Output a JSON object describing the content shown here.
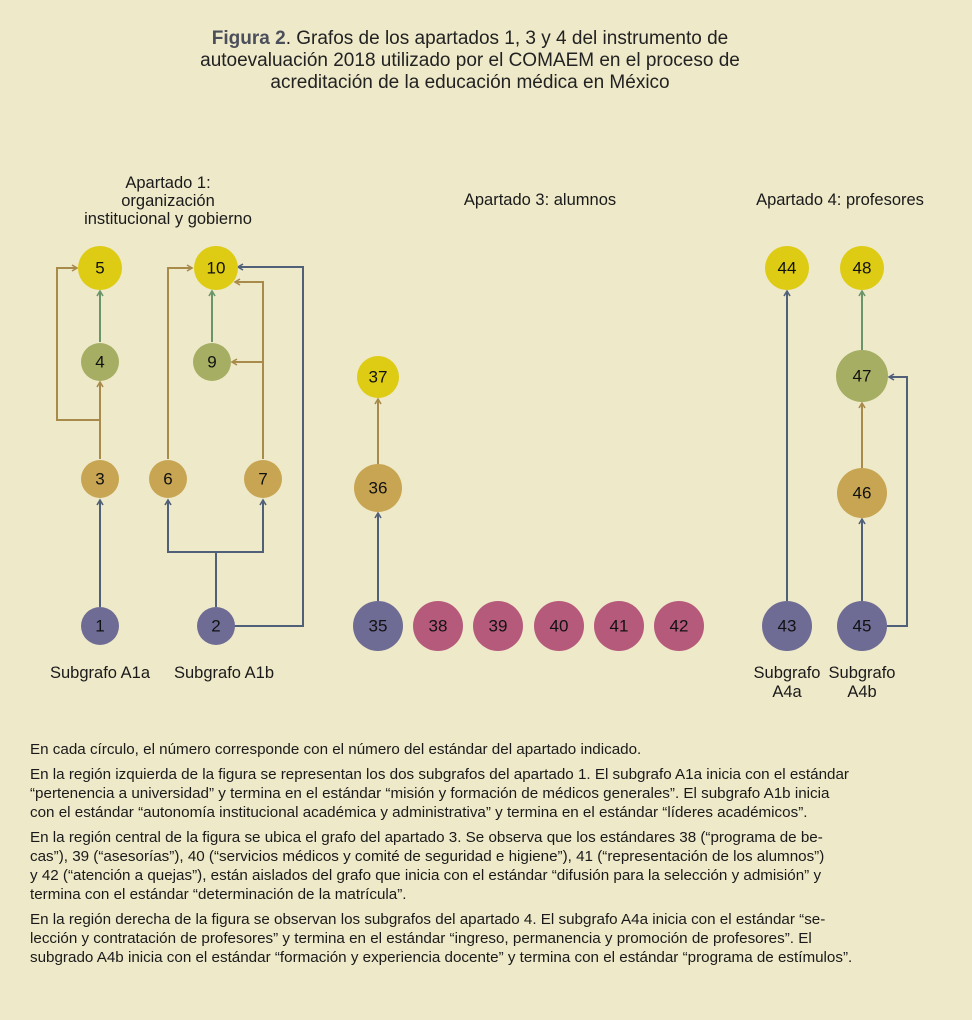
{
  "title": {
    "label": "Figura 2",
    "lines": [
      ". Grafos de los apartados 1, 3 y 4 del instrumento de",
      "autoevaluación 2018 utilizado por el COMAEM en el proceso de",
      "acreditación de la educación médica en México"
    ]
  },
  "sections": {
    "a1": [
      "Apartado 1:",
      "organización",
      "institucional y gobierno"
    ],
    "a3": "Apartado 3: alumnos",
    "a4": "Apartado 4: profesores"
  },
  "subgraphs": {
    "a1a": "Subgrafo A1a",
    "a1b": "Subgrafo A1b",
    "a4a": [
      "Subgrafo",
      "A4a"
    ],
    "a4b": [
      "Subgrafo",
      "A4b"
    ]
  },
  "nodes": {
    "n1": "1",
    "n2": "2",
    "n3": "3",
    "n4": "4",
    "n5": "5",
    "n6": "6",
    "n7": "7",
    "n9": "9",
    "n10": "10",
    "n35": "35",
    "n36": "36",
    "n37": "37",
    "n38": "38",
    "n39": "39",
    "n40": "40",
    "n41": "41",
    "n42": "42",
    "n43": "43",
    "n44": "44",
    "n45": "45",
    "n46": "46",
    "n47": "47",
    "n48": "48"
  },
  "colors": {
    "background": "#EEE9C9",
    "end": "#DDCB14",
    "mid": "#A5AE62",
    "intermediate": "#C7A552",
    "start": "#6E6C94",
    "isolated": "#B65A7C",
    "edge_blue": "#4F6078",
    "edge_tan": "#A88A4B",
    "edge_green": "#6A9469"
  },
  "notes": [
    [
      "En cada círculo, el número corresponde con el número del estándar del apartado indicado."
    ],
    [
      "En la región izquierda de la figura se representan los dos subgrafos del apartado 1. El subgrafo A1a inicia con el estándar",
      "“pertenencia a universidad” y termina en el estándar “misión y formación de médicos generales”. El subgrafo A1b inicia",
      "con el estándar “autonomía institucional académica y administrativa” y termina en el estándar “líderes académicos”."
    ],
    [
      "En la región central de la figura se ubica el grafo del apartado 3. Se observa que los estándares 38 (“programa de be-",
      "cas”), 39 (“asesorías”), 40 (“servicios médicos y comité de seguridad e higiene”), 41 (“representación de los alumnos”)",
      "y 42 (“atención a quejas”), están aislados del grafo que inicia con el estándar “difusión para la selección y admisión” y",
      "termina con el estándar “determinación de la matrícula”."
    ],
    [
      "En la región derecha de la figura se observan los subgrafos del apartado 4. El subgrafo A4a inicia con el estándar “se-",
      "lección y contratación de profesores” y termina en el estándar “ingreso, permanencia y promoción de profesores”. El",
      "subgrado A4b inicia con el estándar “formación y experiencia docente” y termina con el estándar “programa de estímulos”."
    ]
  ]
}
